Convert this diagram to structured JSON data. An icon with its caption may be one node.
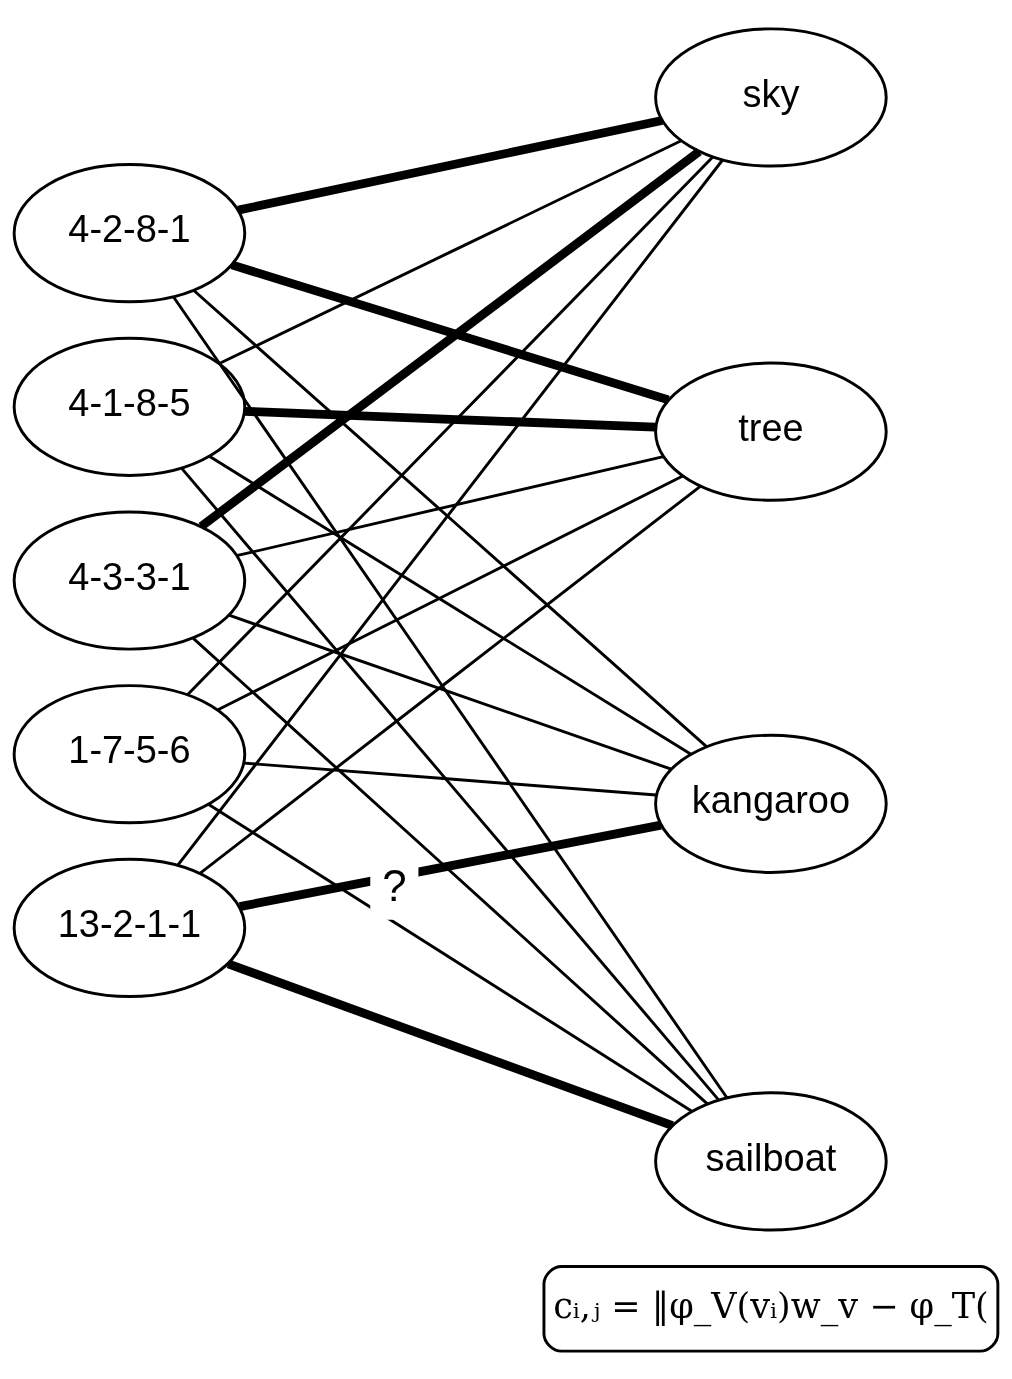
{
  "diagram": {
    "nodes": [
      {
        "text": [
          "4-2-8-1"
        ]
      },
      {
        "text": [
          "4-1-8-5"
        ]
      },
      {
        "text": [
          "4-3-3-1"
        ]
      },
      {
        "text": [
          "1-7-5-6"
        ]
      },
      {
        "text": [
          "13-2-1-1"
        ]
      },
      {
        "text": [
          "sky"
        ]
      },
      {
        "text": [
          "tree"
        ]
      },
      {
        "text": [
          "kangaroo"
        ]
      },
      {
        "text": [
          "sailboat"
        ]
      },
      {
        "text": [
          "cᵢ,ⱼ = ‖φ_V(vᵢ)w_v − φ_T("
        ]
      }
    ],
    "edges": [
      {
        "from": 0,
        "to": 5,
        "arrow": "none",
        "style": "thick"
      },
      {
        "from": 0,
        "to": 6,
        "arrow": "none",
        "style": "thick"
      },
      {
        "from": 0,
        "to": 7,
        "arrow": "none"
      },
      {
        "from": 0,
        "to": 8,
        "arrow": "none"
      },
      {
        "from": 1,
        "to": 5,
        "arrow": "none"
      },
      {
        "from": 1,
        "to": 6,
        "arrow": "none",
        "style": "thick"
      },
      {
        "from": 1,
        "to": 7,
        "arrow": "none"
      },
      {
        "from": 1,
        "to": 8,
        "arrow": "none"
      },
      {
        "from": 2,
        "to": 5,
        "arrow": "none",
        "style": "thick"
      },
      {
        "from": 2,
        "to": 6,
        "arrow": "none"
      },
      {
        "from": 2,
        "to": 7,
        "arrow": "none"
      },
      {
        "from": 2,
        "to": 8,
        "arrow": "none"
      },
      {
        "from": 3,
        "to": 5,
        "arrow": "none"
      },
      {
        "from": 3,
        "to": 6,
        "arrow": "none"
      },
      {
        "from": 3,
        "to": 7,
        "arrow": "none"
      },
      {
        "from": 3,
        "to": 8,
        "arrow": "none"
      },
      {
        "from": 4,
        "to": 5,
        "arrow": "none"
      },
      {
        "from": 4,
        "to": 6,
        "arrow": "none"
      },
      {
        "from": 4,
        "to": 7,
        "arrow": "none",
        "style": "thick"
      },
      {
        "from": 4,
        "to": 8,
        "arrow": "none",
        "style": "thick"
      }
    ],
    "labels": [
      "?"
    ]
  }
}
